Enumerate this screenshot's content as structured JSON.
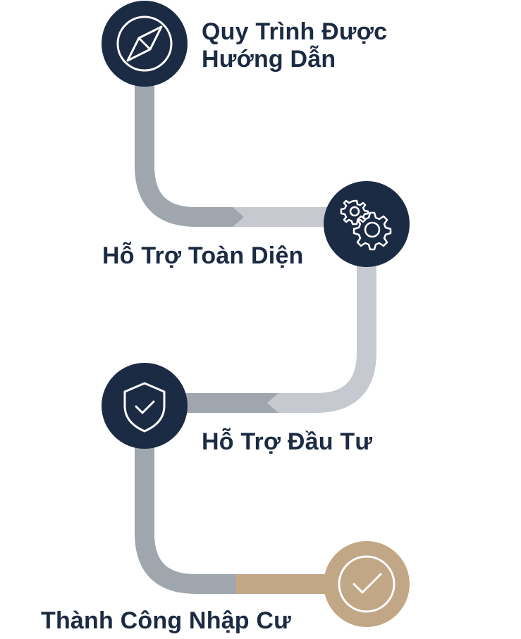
{
  "steps": [
    {
      "label_line1": "Quy Trình Được",
      "label_line2": "Hướng Dẫn",
      "icon": "compass-icon",
      "circle_color": "#1b2b43"
    },
    {
      "label": "Hỗ Trợ Toàn Diện",
      "icon": "gears-icon",
      "circle_color": "#1b2b43"
    },
    {
      "label": "Hỗ Trợ Đầu Tư",
      "icon": "shield-check-icon",
      "circle_color": "#1b2b43"
    },
    {
      "label": "Thành Công Nhập Cư",
      "icon": "check-circle-icon",
      "circle_color": "#c1a786"
    }
  ],
  "colors": {
    "text": "#1b2b43",
    "path_dark": "#a0a6ae",
    "path_light": "#c6cad0",
    "path_gold": "#c1a786",
    "icon_stroke": "#ffffff"
  }
}
